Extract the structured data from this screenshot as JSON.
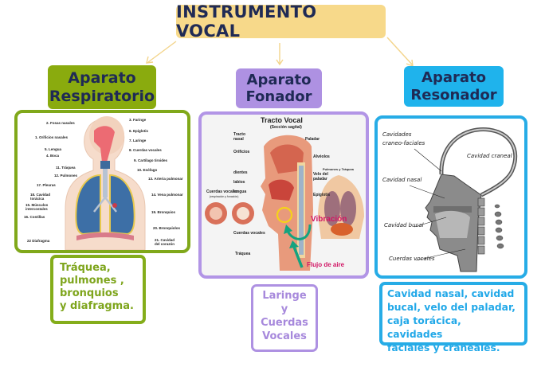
{
  "title": "INSTRUMENTO VOCAL",
  "colors": {
    "title_bg": "#f7d98a",
    "text_dark": "#1f2a55",
    "connector": "#f3d48a",
    "respiratorio": "#8aab0e",
    "fonador": "#ae91e2",
    "resonador": "#1fb3ec"
  },
  "sections": [
    {
      "id": "respiratorio",
      "header": [
        "Aparato",
        "Respiratorio"
      ],
      "image": {
        "alt": "Diagrama del aparato respiratorio",
        "labels": [
          "2. Fosas nasales",
          "1. Orificios nasales",
          "5. Lengua",
          "4. Boca",
          "11. Tráquea",
          "12. Pulmones",
          "17. Pleuras",
          "18. Cavidad torácica",
          "15. Músculos intercostales",
          "16. Costillas",
          "22 Diafragma",
          "3. Faringe",
          "6. Epiglotis",
          "7. Laringe",
          "8. Cuerdas vocales",
          "9. Cartílago tiroides",
          "10. Esófago",
          "13. Arteria pulmonar",
          "14. Vena pulmonar",
          "19. Bronquios",
          "20. Bronquiolos",
          "21. Cavidad del corazón"
        ]
      },
      "description": [
        "Tráquea,",
        "pulmones ,",
        "bronquios",
        "y diafragma."
      ]
    },
    {
      "id": "fonador",
      "header": [
        "Aparato",
        "Fonador"
      ],
      "image": {
        "title": "Tracto Vocal",
        "subtitle": "(Sección sagital)",
        "labels": [
          "Tracto nasal",
          "Orificios",
          "dientes",
          "labios",
          "lengua",
          "Paladar",
          "Alvéolos",
          "Velo del paladar",
          "Epiglotis",
          "Cuerdas vocales",
          "Tráquea",
          "Pulmones y Tráquea"
        ],
        "inset_title": "Cuerdas vocales",
        "inset_subtitle": "(respiración y fonación)",
        "vibration_label": "Vibración",
        "airflow_label": "Flujo de aire"
      },
      "description": [
        "Laringe",
        "y",
        "Cuerdas",
        "Vocales"
      ]
    },
    {
      "id": "resonador",
      "header": [
        "Aparato",
        "Resonador"
      ],
      "image": {
        "labels": [
          "Cavidades",
          "craneo-faciales",
          "Cavidad craneal",
          "Cavidad nasal",
          "Cavidad bucal",
          "Cuerdas vocales"
        ]
      },
      "description": [
        "Cavidad nasal, cavidad",
        "bucal, velo del paladar,",
        "caja torácica, cavidades",
        "faciales y craneales."
      ]
    }
  ]
}
